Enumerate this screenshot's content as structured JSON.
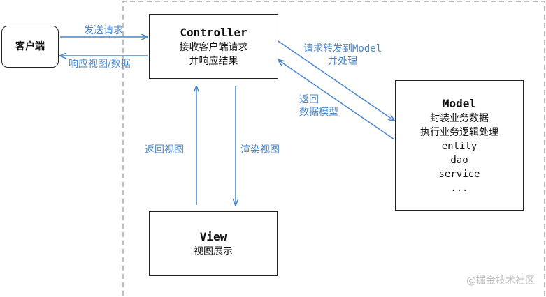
{
  "nodes": {
    "client": {
      "title": "客户端"
    },
    "controller": {
      "title": "Controller",
      "lines": [
        "接收客户端请求",
        "并响应结果"
      ]
    },
    "model": {
      "title": "Model",
      "lines": [
        "封装业务数据",
        "执行业务逻辑处理"
      ],
      "mono_lines": [
        "entity",
        "dao",
        "service",
        "..."
      ]
    },
    "view": {
      "title": "View",
      "lines": [
        "视图展示"
      ]
    }
  },
  "edges": {
    "send_request": "发送请求",
    "respond": "响应视图/数据",
    "forward_line1_prefix": "请求转发到",
    "forward_line1_mono": "Model",
    "forward_line2": "并处理",
    "return_model_line1": "返回",
    "return_model_line2": "数据模型",
    "return_view": "返回视图",
    "render_view": "渲染视图"
  },
  "watermark": "@掘金技术社区",
  "colors": {
    "arrow": "#4a86c8",
    "box_border": "#222222",
    "dashed": "#aaaaaa",
    "text": "#111111"
  }
}
